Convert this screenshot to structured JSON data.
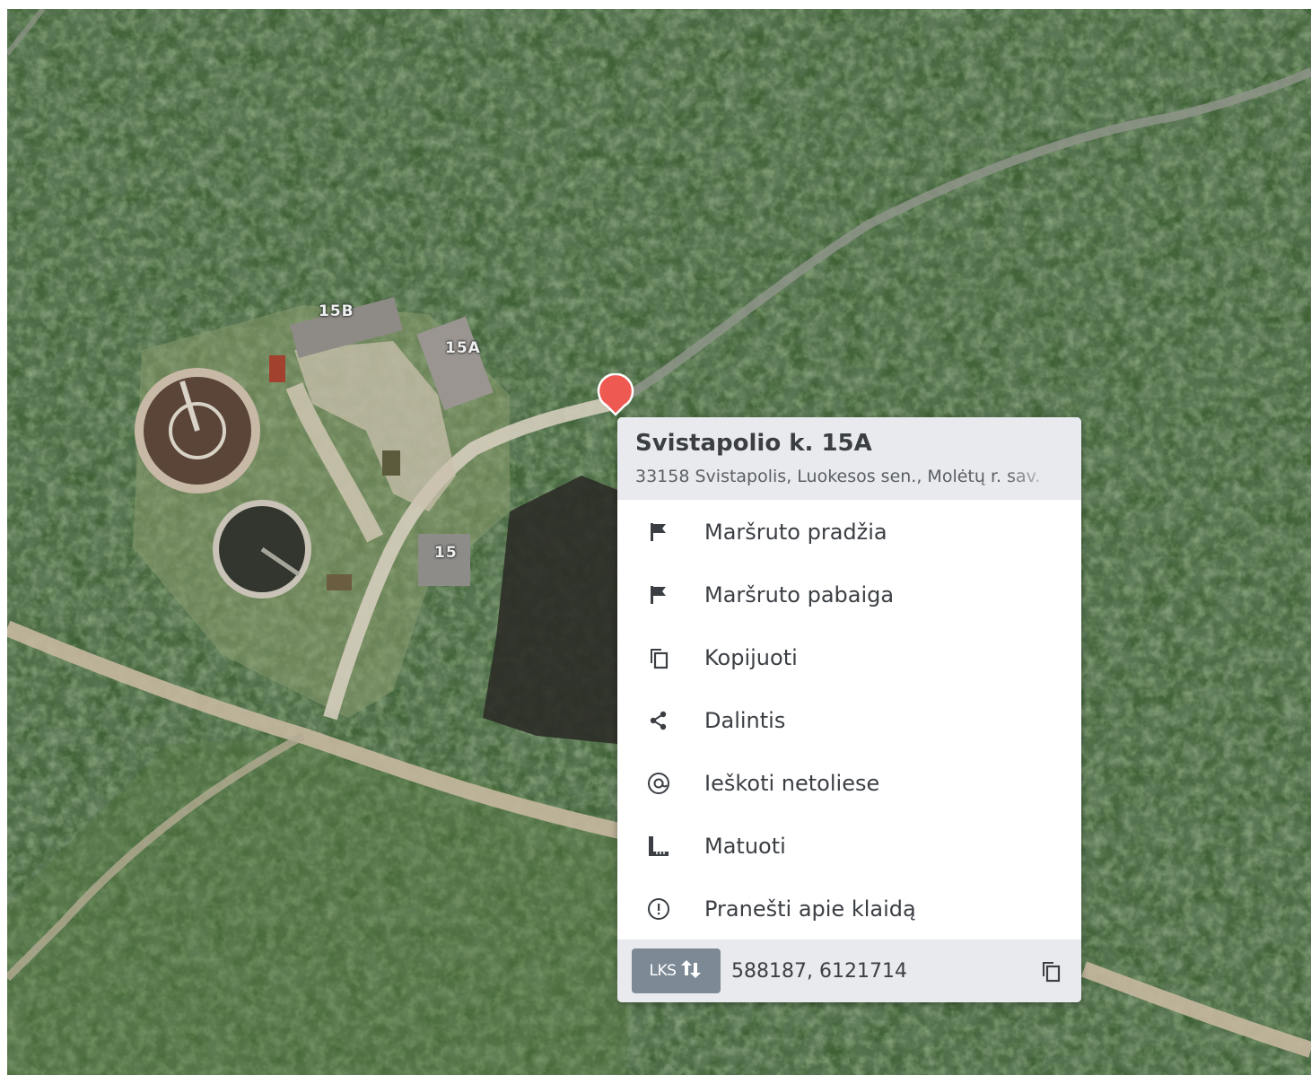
{
  "map": {
    "building_labels": [
      "15B",
      "15A",
      "15"
    ]
  },
  "popup": {
    "title": "Svistapolio k. 15A",
    "subtitle": "33158 Svistapolis, Luokesos sen., Molėtų r. sav.",
    "menu": [
      {
        "label": "Maršruto pradžia",
        "icon": "flag-icon"
      },
      {
        "label": "Maršruto pabaiga",
        "icon": "flag-icon"
      },
      {
        "label": "Kopijuoti",
        "icon": "copy-icon"
      },
      {
        "label": "Dalintis",
        "icon": "share-icon"
      },
      {
        "label": "Ieškoti netoliese",
        "icon": "at-sign-icon"
      },
      {
        "label": "Matuoti",
        "icon": "ruler-icon"
      },
      {
        "label": "Pranešti apie klaidą",
        "icon": "alert-circle-icon"
      }
    ],
    "footer": {
      "crs_label": "LKS",
      "coordinates": "588187, 6121714"
    }
  },
  "colors": {
    "marker": "#ee5a52",
    "forest_dark": "#2c4229",
    "forest": "#3f6236",
    "road": "#c7b8a0",
    "crs_button": "#7d8a96"
  }
}
